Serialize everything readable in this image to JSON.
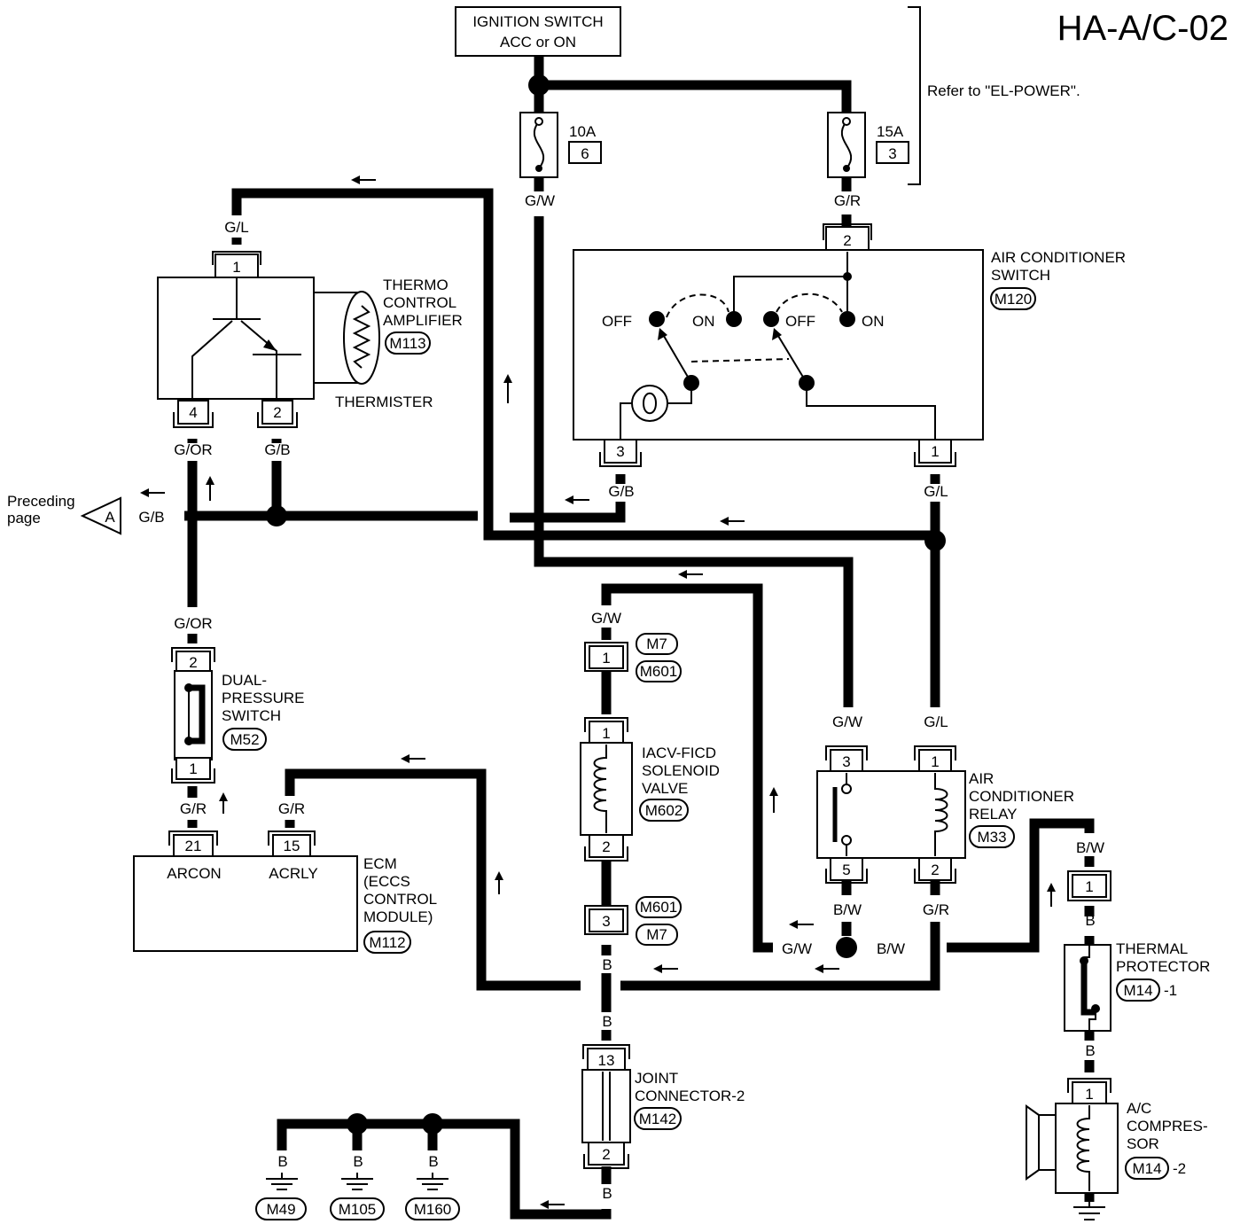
{
  "diagram_title": "HA-A/C-02",
  "note": "Refer to \"EL-POWER\".",
  "ignition_switch": {
    "line1": "IGNITION SWITCH",
    "line2": "ACC or ON"
  },
  "fuses": [
    {
      "rating": "10A",
      "number": "6"
    },
    {
      "rating": "15A",
      "number": "3"
    }
  ],
  "off_page": {
    "line1": "Preceding",
    "line2": "page",
    "connector": "A"
  },
  "components": {
    "thermo_amp": {
      "lines": [
        "THERMO",
        "CONTROL",
        "AMPLIFIER"
      ],
      "connector": "M113",
      "sub": "THERMISTER"
    },
    "ac_switch": {
      "lines": [
        "AIR CONDITIONER",
        "SWITCH"
      ],
      "connector": "M120"
    },
    "dual_pressure": {
      "lines": [
        "DUAL-",
        "PRESSURE",
        "SWITCH"
      ],
      "connector": "M52"
    },
    "iacv": {
      "lines": [
        "IACV-FICD",
        "SOLENOID",
        "VALVE"
      ],
      "connector": "M602"
    },
    "ac_relay": {
      "lines": [
        "AIR",
        "CONDITIONER",
        "RELAY"
      ],
      "connector": "M33"
    },
    "ecm": {
      "lines": [
        "ECM",
        "(ECCS",
        "CONTROL",
        "MODULE)"
      ],
      "connector": "M112",
      "pin_names": [
        "ARCON",
        "ACRLY"
      ]
    },
    "thermal_protector": {
      "lines": [
        "THERMAL",
        "PROTECTOR"
      ],
      "connector": "M14",
      "suffix": "-1"
    },
    "compressor": {
      "lines": [
        "A/C",
        "COMPRES-",
        "SOR"
      ],
      "connector": "M14",
      "suffix": "-2"
    },
    "joint_connector": {
      "lines": [
        "JOINT",
        "CONNECTOR-2"
      ],
      "connector": "M142"
    }
  },
  "switch_labels": {
    "off": "OFF",
    "on": "ON"
  },
  "inline_connectors": [
    "M7",
    "M601"
  ],
  "grounds": [
    "M49",
    "M105",
    "M160"
  ],
  "pins": {
    "thermo_1": "1",
    "thermo_4": "4",
    "thermo_2": "2",
    "acsw_2": "2",
    "acsw_3": "3",
    "acsw_1": "1",
    "dps_2": "2",
    "dps_1": "1",
    "ecm_21": "21",
    "ecm_15": "15",
    "iacv_top": "1",
    "iacv_1": "1",
    "iacv_2": "2",
    "iacv_bottom": "3",
    "relay_3": "3",
    "relay_1": "1",
    "relay_5": "5",
    "relay_2": "2",
    "tp_1": "1",
    "comp_1": "1",
    "jc_13": "13",
    "jc_2": "2"
  },
  "wire_colors": {
    "gw": "G/W",
    "gr": "G/R",
    "gl": "G/L",
    "gor": "G/OR",
    "gb": "G/B",
    "b": "B",
    "bw": "B/W"
  }
}
